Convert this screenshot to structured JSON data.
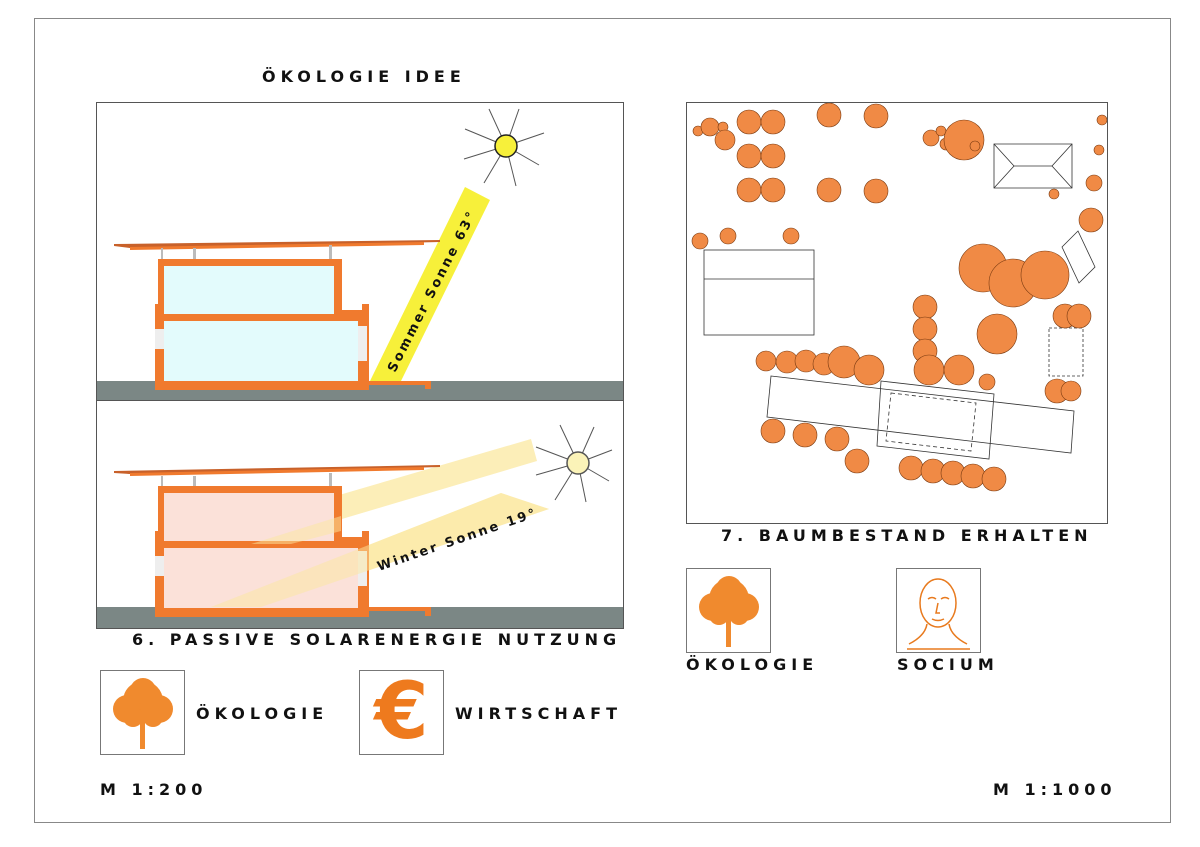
{
  "title": "ÖKOLOGIE IDEE",
  "left": {
    "caption": "6. PASSIVE SOLARENERGIE NUTZUNG",
    "summer_label": "Sommer Sonne 63°",
    "winter_label": "Winter Sonne 19°",
    "icons": [
      {
        "name": "tree-icon",
        "label": "ÖKOLOGIE"
      },
      {
        "name": "euro-icon",
        "label": "WIRTSCHAFT"
      }
    ],
    "scale": "M 1:200"
  },
  "right": {
    "caption": "7. BAUMBESTAND ERHALTEN",
    "icons": [
      {
        "name": "tree-icon",
        "label": "ÖKOLOGIE"
      },
      {
        "name": "face-icon",
        "label": "SOCIUM"
      }
    ],
    "scale": "M 1:1000"
  },
  "colors": {
    "orange": "#f07a2e",
    "tree": "#f08a45",
    "ground": "#7b8785",
    "summer": "#f7f03a",
    "winter": "#fbf3b8",
    "glass_summer": "#e3fbfc",
    "glass_winter": "#fbe1d9"
  }
}
